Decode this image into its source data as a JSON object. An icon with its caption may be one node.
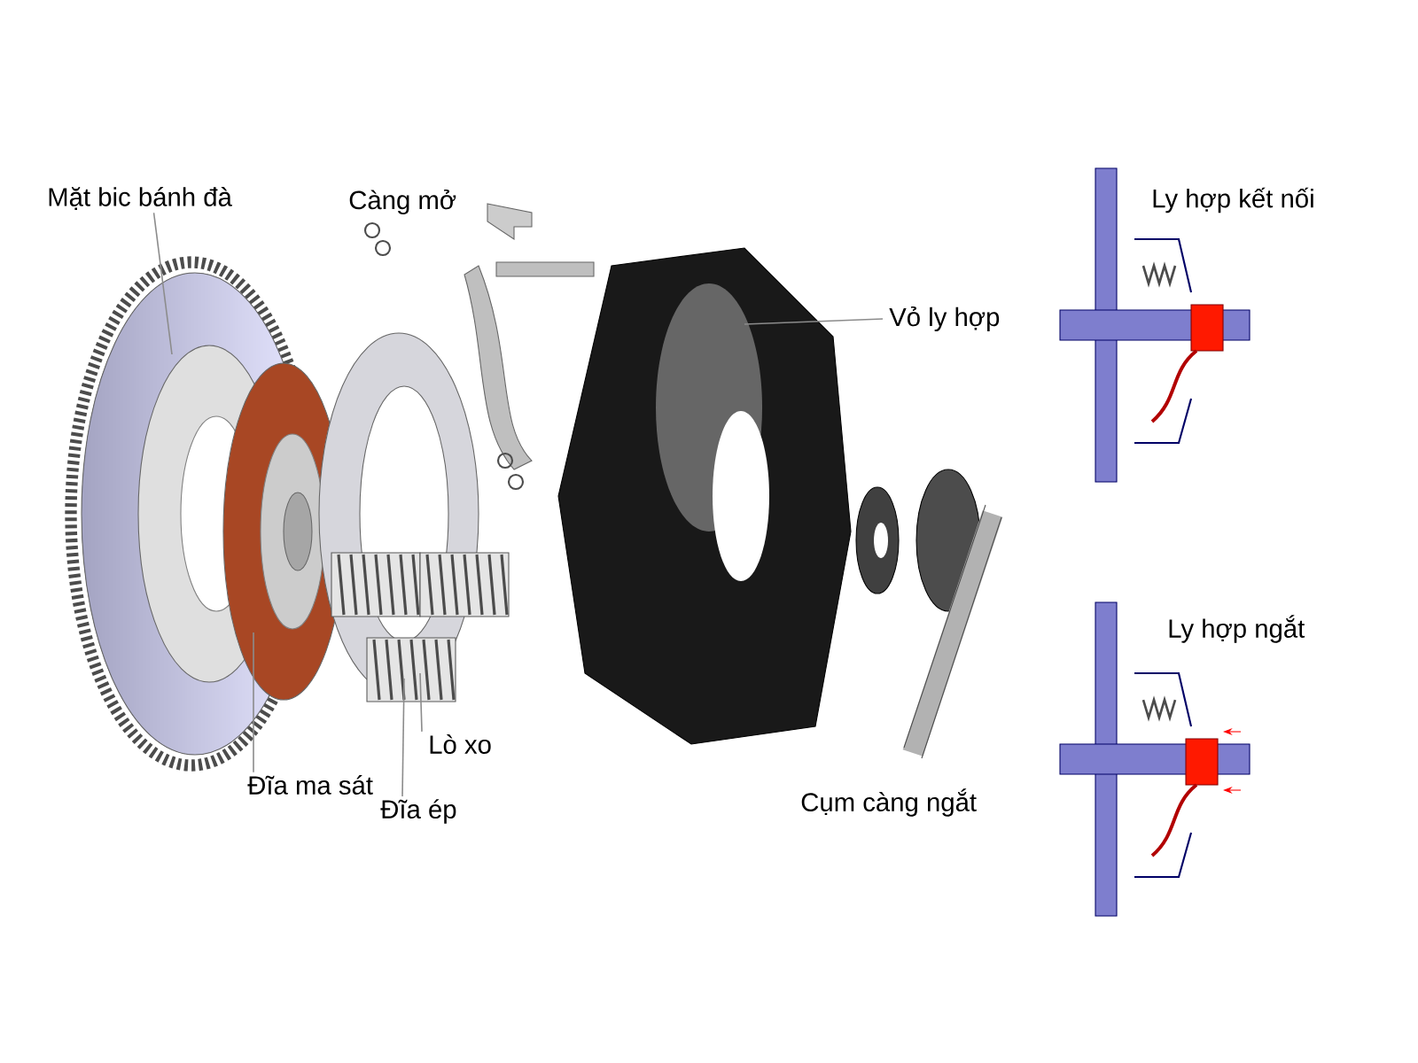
{
  "diagram": {
    "nodes": [
      {
        "text": [
          "Mặt bic bánh đà"
        ]
      },
      {
        "text": [
          "Vỏ ly hợp"
        ]
      },
      {
        "text": [
          "Lò xo"
        ]
      },
      {
        "text": [
          "Đĩa ma sát"
        ]
      },
      {
        "text": [
          "Đĩa ép"
        ]
      }
    ],
    "edges": [
      {
        "from": 0,
        "to": null,
        "arrow": "none"
      },
      {
        "from": 1,
        "to": null,
        "arrow": "none"
      },
      {
        "from": 2,
        "to": null,
        "arrow": "none"
      },
      {
        "from": 3,
        "to": null,
        "arrow": "none"
      },
      {
        "from": 4,
        "to": null,
        "arrow": "none"
      }
    ],
    "labels": [
      "Càng mở",
      "Ly hợp kết nối",
      "Ly hợp ngắt",
      "Cụm càng ngắt"
    ]
  }
}
